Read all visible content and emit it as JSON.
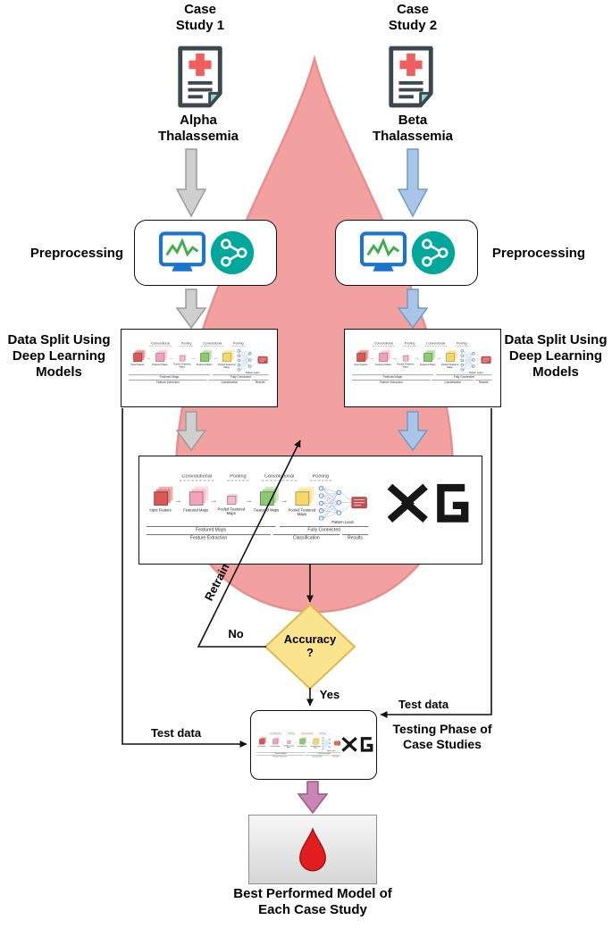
{
  "case1": {
    "title": "Case Study 1",
    "disease": "Alpha Thalassemia",
    "preprocessing_label": "Preprocessing",
    "data_split_label": "Data Split Using Deep Learning Models",
    "test_data_label": "Test data"
  },
  "case2": {
    "title": "Case Study 2",
    "disease": "Beta Thalassemia",
    "preprocessing_label": "Preprocessing",
    "data_split_label": "Data Split Using Deep Learning Models",
    "test_data_label": "Test data"
  },
  "decision": {
    "question": "Accuracy ?",
    "yes_label": "Yes",
    "no_label": "No",
    "retrain_label": "Retrain"
  },
  "testing_phase_label": "Testing Phase of Case Studies",
  "result_label": "Best Performed Model of Each Case Study",
  "cnn": {
    "convolutional": "Convolutional",
    "pooling": "Pooling",
    "input_feature": "Input Feature",
    "featured_maps": "Featured Maps",
    "pooled_featured_maps": "Pooled Featured Maps",
    "pattern_learn": "Pattern Learn",
    "fully_connected": "Fully Connected",
    "feature_extraction": "Feature Extraction",
    "classification": "Classification",
    "results": "Results"
  },
  "icons": {
    "medical_report": "medical-report-icon",
    "monitor_waveform": "monitor-waveform-icon",
    "network_share": "network-share-icon",
    "xgboost": "xgboost-logo-icon",
    "blood_drop": "blood-drop-icon"
  },
  "colors": {
    "drop_background": "#F2A0A0",
    "gray_arrow": "#CFCFCF",
    "blue_arrow": "#A9C6E8",
    "pink_arrow": "#C985B4",
    "diamond_fill": "#FBE48E",
    "teal_icon": "#00A79B",
    "red_accent": "#F15E5E"
  }
}
